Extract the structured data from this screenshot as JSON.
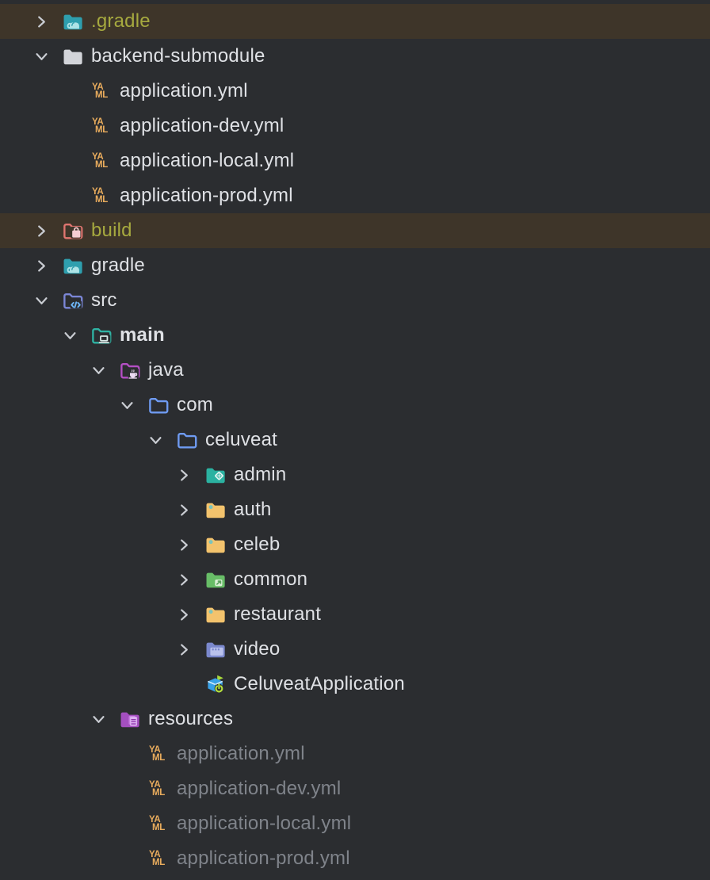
{
  "app": {
    "panel": "project-tree",
    "theme": "dark"
  },
  "colors": {
    "background": "#2b2d30",
    "row_highlight": "#3e3529",
    "text_primary": "#dfe1e5",
    "text_excluded_olive": "#a6a93f",
    "text_ignored_gray": "#7f838a",
    "chevron": "#c8cbd1",
    "gradle_folder": "#2e9fae",
    "plain_folder": "#d3d5da",
    "excluded_folder": "#e0756f",
    "source_folder": "#7b86d6",
    "sources_root_folder": "#2fb3a3",
    "java_folder": "#b44fc4",
    "package_folder": "#6f9bf2",
    "admin_folder": "#2bb2a1",
    "yellow_folder": "#f3c36d",
    "common_folder": "#68bd67",
    "video_folder": "#7b88cd",
    "resources_folder": "#a44fc0",
    "yaml_badge_color": "#e9ac5d",
    "app_icon_blue": "#39a2e7",
    "app_icon_green": "#b6e23d"
  },
  "yaml_badge": {
    "line1": "YA",
    "line2": "ML"
  },
  "tree": {
    "rows": [
      {
        "label": ".gradle",
        "depth": 0,
        "chevron": "collapsed",
        "icon": "gradle-folder-icon",
        "text_style": "olive",
        "highlighted": true
      },
      {
        "label": "backend-submodule",
        "depth": 0,
        "chevron": "expanded",
        "icon": "folder-icon",
        "text_style": "normal",
        "highlighted": false
      },
      {
        "label": "application.yml",
        "depth": 1,
        "chevron": "none",
        "icon": "yaml-file-icon",
        "text_style": "normal",
        "highlighted": false
      },
      {
        "label": "application-dev.yml",
        "depth": 1,
        "chevron": "none",
        "icon": "yaml-file-icon",
        "text_style": "normal",
        "highlighted": false
      },
      {
        "label": "application-local.yml",
        "depth": 1,
        "chevron": "none",
        "icon": "yaml-file-icon",
        "text_style": "normal",
        "highlighted": false
      },
      {
        "label": "application-prod.yml",
        "depth": 1,
        "chevron": "none",
        "icon": "yaml-file-icon",
        "text_style": "normal",
        "highlighted": false
      },
      {
        "label": "build",
        "depth": 0,
        "chevron": "collapsed",
        "icon": "excluded-build-folder-icon",
        "text_style": "olive",
        "highlighted": true
      },
      {
        "label": "gradle",
        "depth": 0,
        "chevron": "collapsed",
        "icon": "gradle-folder-icon",
        "text_style": "normal",
        "highlighted": false
      },
      {
        "label": "src",
        "depth": 0,
        "chevron": "expanded",
        "icon": "source-folder-icon",
        "text_style": "normal",
        "highlighted": false
      },
      {
        "label": "main",
        "depth": 1,
        "chevron": "expanded",
        "icon": "sources-root-folder-icon",
        "text_style": "bold",
        "highlighted": false
      },
      {
        "label": "java",
        "depth": 2,
        "chevron": "expanded",
        "icon": "java-folder-icon",
        "text_style": "normal",
        "highlighted": false
      },
      {
        "label": "com",
        "depth": 3,
        "chevron": "expanded",
        "icon": "package-folder-icon",
        "text_style": "normal",
        "highlighted": false
      },
      {
        "label": "celuveat",
        "depth": 4,
        "chevron": "expanded",
        "icon": "package-folder-icon",
        "text_style": "normal",
        "highlighted": false
      },
      {
        "label": "admin",
        "depth": 5,
        "chevron": "collapsed",
        "icon": "admin-folder-icon",
        "text_style": "normal",
        "highlighted": false
      },
      {
        "label": "auth",
        "depth": 5,
        "chevron": "collapsed",
        "icon": "yellow-folder-icon",
        "text_style": "normal",
        "highlighted": false
      },
      {
        "label": "celeb",
        "depth": 5,
        "chevron": "collapsed",
        "icon": "yellow-folder-icon",
        "text_style": "normal",
        "highlighted": false
      },
      {
        "label": "common",
        "depth": 5,
        "chevron": "collapsed",
        "icon": "common-folder-icon",
        "text_style": "normal",
        "highlighted": false
      },
      {
        "label": "restaurant",
        "depth": 5,
        "chevron": "collapsed",
        "icon": "yellow-folder-icon",
        "text_style": "normal",
        "highlighted": false
      },
      {
        "label": "video",
        "depth": 5,
        "chevron": "collapsed",
        "icon": "video-folder-icon",
        "text_style": "normal",
        "highlighted": false
      },
      {
        "label": "CeluveatApplication",
        "depth": 5,
        "chevron": "none",
        "icon": "application-class-icon",
        "text_style": "normal",
        "highlighted": false
      },
      {
        "label": "resources",
        "depth": 2,
        "chevron": "expanded",
        "icon": "resources-folder-icon",
        "text_style": "normal",
        "highlighted": false
      },
      {
        "label": "application.yml",
        "depth": 3,
        "chevron": "none",
        "icon": "yaml-file-icon",
        "text_style": "muted",
        "highlighted": false
      },
      {
        "label": "application-dev.yml",
        "depth": 3,
        "chevron": "none",
        "icon": "yaml-file-icon",
        "text_style": "muted",
        "highlighted": false
      },
      {
        "label": "application-local.yml",
        "depth": 3,
        "chevron": "none",
        "icon": "yaml-file-icon",
        "text_style": "muted",
        "highlighted": false
      },
      {
        "label": "application-prod.yml",
        "depth": 3,
        "chevron": "none",
        "icon": "yaml-file-icon",
        "text_style": "muted",
        "highlighted": false
      }
    ]
  }
}
